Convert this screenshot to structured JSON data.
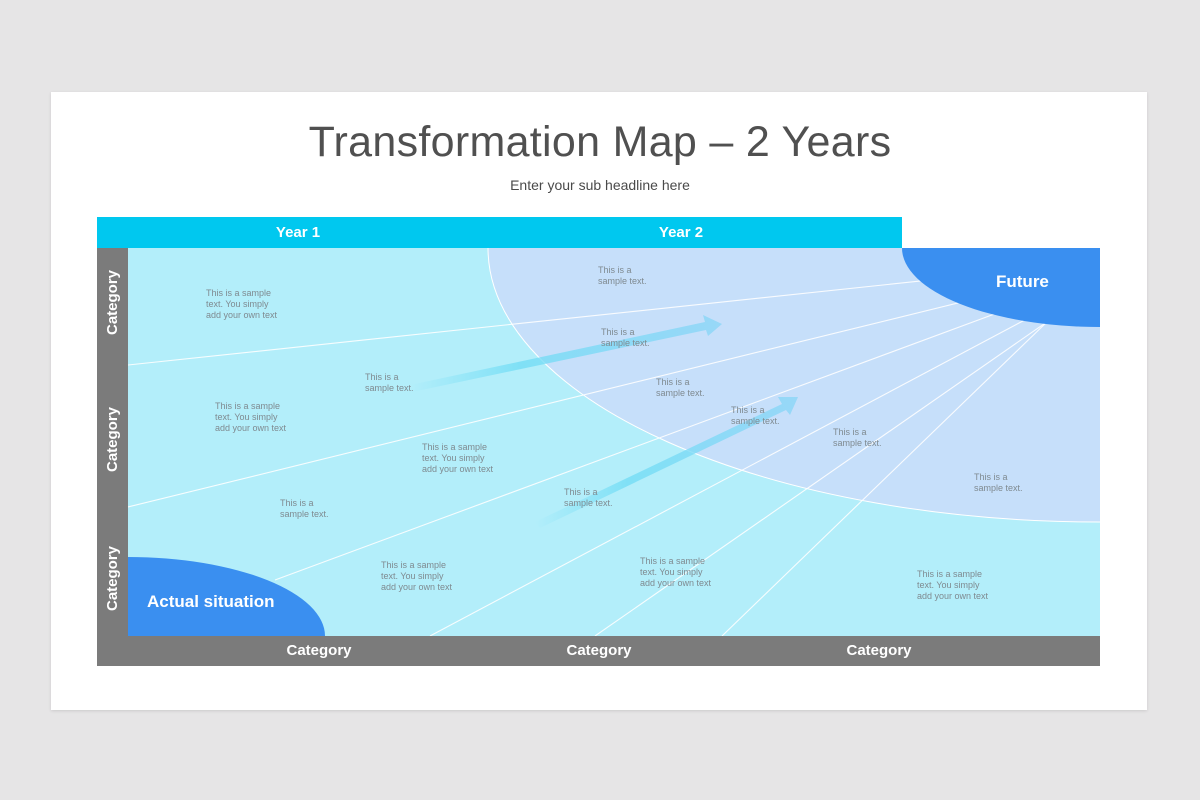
{
  "slide": {
    "title": "Transformation Map – 2 Years",
    "subtitle": "Enter your sub headline here"
  },
  "header": {
    "years": [
      {
        "label": "Year 1"
      },
      {
        "label": "Year 2"
      }
    ]
  },
  "axes": {
    "vertical_categories": [
      {
        "label": "Category"
      },
      {
        "label": "Category"
      },
      {
        "label": "Category"
      }
    ],
    "horizontal_categories": [
      {
        "label": "Category"
      },
      {
        "label": "Category"
      },
      {
        "label": "Category"
      }
    ]
  },
  "states": {
    "start": "Actual situation",
    "end": "Future"
  },
  "notes": [
    {
      "text": "This is a sample\ntext. You simply\nadd your own text"
    },
    {
      "text": "This is a\nsample text."
    },
    {
      "text": "This is a\nsample text."
    },
    {
      "text": "This is a\nsample text."
    },
    {
      "text": "This is a sample\ntext. You simply\nadd your own text"
    },
    {
      "text": "This is a\nsample text."
    },
    {
      "text": "This is a\nsample text."
    },
    {
      "text": "This is a sample\ntext. You simply\nadd your own text"
    },
    {
      "text": "This is a\nsample text."
    },
    {
      "text": "This is a\nsample text."
    },
    {
      "text": "This is a\nsample text."
    },
    {
      "text": "This is a\nsample text."
    },
    {
      "text": "This is a sample\ntext. You simply\nadd your own text"
    },
    {
      "text": "This is a sample\ntext. You simply\nadd your own text"
    },
    {
      "text": "This is a sample\ntext. You simply\nadd your own text"
    }
  ],
  "colors": {
    "header_bar": "#00c8ef",
    "axis_bar": "#7b7b7b",
    "field": "#b3eefa",
    "future_zone": "#c6dffa",
    "state_blob": "#3a8ff0",
    "arrow": "#7fdcf5",
    "note_text": "#7f8a90"
  }
}
